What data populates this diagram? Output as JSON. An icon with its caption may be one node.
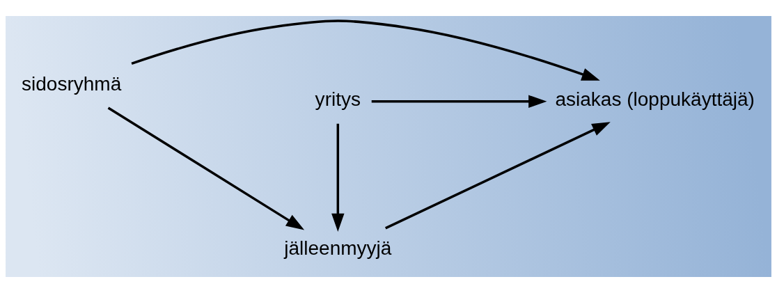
{
  "diagram": {
    "nodes": [
      {
        "text": [
          "sidosryhmä"
        ]
      },
      {
        "text": [
          "jälleenmyyjä"
        ]
      },
      {
        "text": [
          "asiakas (loppukäyttäjä)"
        ]
      },
      {
        "text": [
          "yritys"
        ]
      }
    ],
    "edges": [
      {
        "from": 0,
        "to": 1,
        "arrow": "to"
      },
      {
        "from": 0,
        "to": 2,
        "arrow": "to"
      },
      {
        "from": 1,
        "to": 2,
        "arrow": "to"
      },
      {
        "from": 3,
        "to": 1,
        "arrow": "to"
      },
      {
        "from": 3,
        "to": 2,
        "arrow": "to"
      }
    ]
  }
}
